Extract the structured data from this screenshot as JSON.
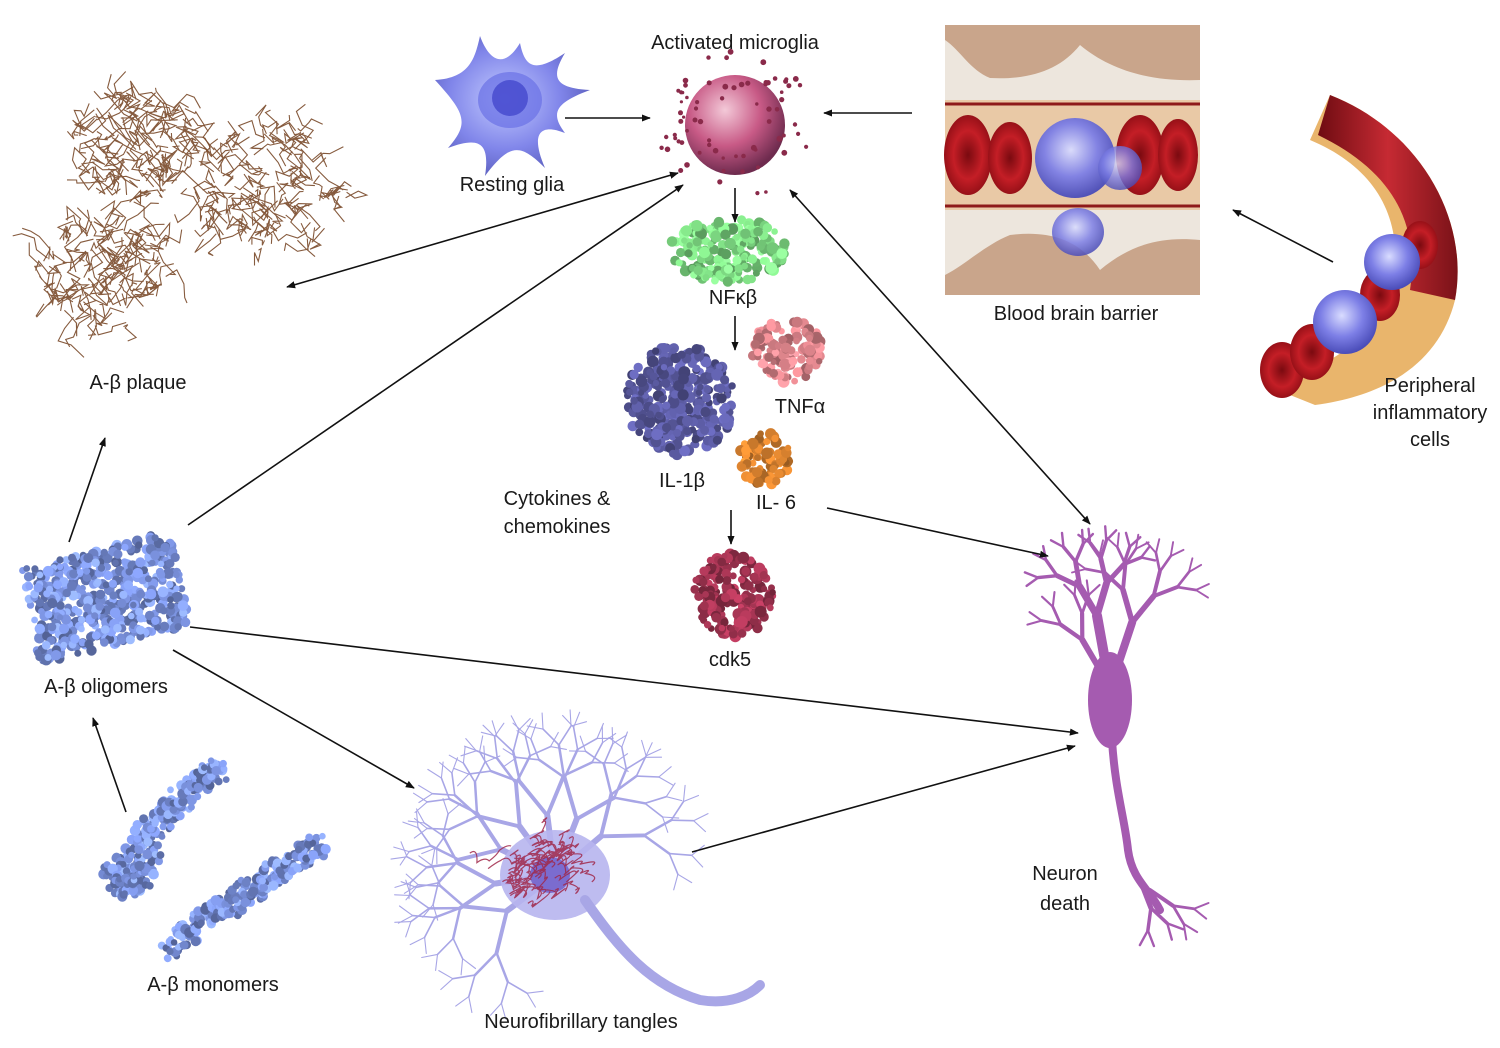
{
  "labels": {
    "activated_microglia": "Activated microglia",
    "resting_glia": "Resting glia",
    "blood_brain_barrier": "Blood brain barrier",
    "peripheral_line1": "Peripheral",
    "peripheral_line2": "inflammatory",
    "peripheral_line3": "cells",
    "abeta_plaque": "A-β plaque",
    "nfkb": "NFκβ",
    "tnfa": "TNFα",
    "il1b": "IL-1β",
    "il6": "IL- 6",
    "cytokines_line1": "Cytokines &",
    "cytokines_line2": "chemokines",
    "cdk5": "cdk5",
    "abeta_oligomers": "A-β oligomers",
    "abeta_monomers": "A-β monomers",
    "neurofibrillary_tangles": "Neurofibrillary tangles",
    "neuron_death_line1": "Neuron",
    "neuron_death_line2": "death"
  },
  "colors": {
    "arrow": "#111111",
    "plaque": "#7a4a2a",
    "glia_blue": "#6a70e6",
    "microglia": "#c85a86",
    "microglia_dots": "#8a2a4a",
    "nfkb_green": "#7fdc84",
    "tnfa_pink": "#e3888f",
    "il1b_navy": "#5a5aa0",
    "il6_orange": "#d9822f",
    "cdk5_crimson": "#a33452",
    "oligomer_blue": "#7f97e6",
    "rbc_red": "#b3121c",
    "vessel_wall": "#e9b56c",
    "neuron_purple": "#a55bb0",
    "tangle_neuron": "#a8a6e6",
    "tangle_red": "#a0284a"
  }
}
